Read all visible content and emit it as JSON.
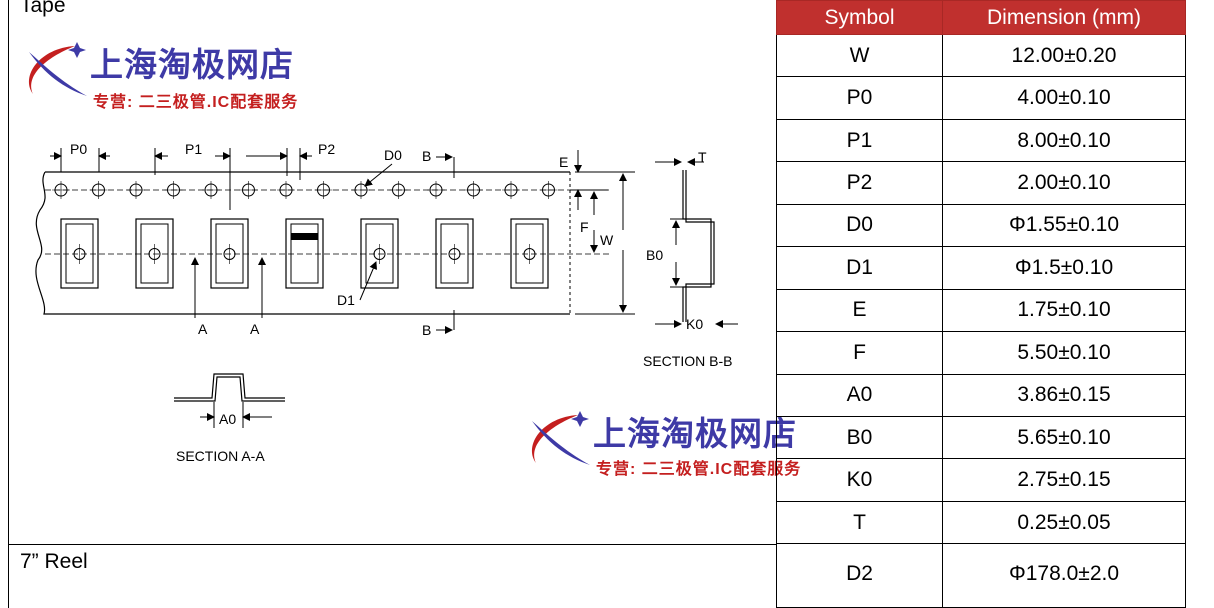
{
  "tape_section": {
    "title": "Tape"
  },
  "reel_section": {
    "title": "7” Reel"
  },
  "watermark": {
    "shop_name": "上海淘极网店",
    "tagline": "专营: 二三极管.IC配套服务",
    "colors": {
      "main": "#3e3aa6",
      "accent": "#c41f1f"
    }
  },
  "drawing": {
    "labels": {
      "p0": "P0",
      "p1": "P1",
      "p2": "P2",
      "d0": "D0",
      "d1": "D1",
      "e": "E",
      "f": "F",
      "w": "W",
      "b_top": "B",
      "b_bottom": "B",
      "a_left": "A",
      "a_right": "A",
      "t": "T",
      "b0": "B0",
      "k0": "K0",
      "a0": "A0"
    },
    "section_bb": "SECTION B-B",
    "section_aa": "SECTION A-A"
  },
  "dimension_table": {
    "header": {
      "symbol": "Symbol",
      "dimension": "Dimension (mm)"
    },
    "header_color": "#c0302e",
    "rows": [
      {
        "symbol": "W",
        "value": "12.00±0.20"
      },
      {
        "symbol": "P0",
        "value": "4.00±0.10"
      },
      {
        "symbol": "P1",
        "value": "8.00±0.10"
      },
      {
        "symbol": "P2",
        "value": "2.00±0.10"
      },
      {
        "symbol": "D0",
        "value": "Φ1.55±0.10"
      },
      {
        "symbol": "D1",
        "value": "Φ1.5±0.10"
      },
      {
        "symbol": "E",
        "value": "1.75±0.10"
      },
      {
        "symbol": "F",
        "value": "5.50±0.10"
      },
      {
        "symbol": "A0",
        "value": "3.86±0.15"
      },
      {
        "symbol": "B0",
        "value": "5.65±0.10"
      },
      {
        "symbol": "K0",
        "value": "2.75±0.15"
      },
      {
        "symbol": "T",
        "value": "0.25±0.05"
      },
      {
        "symbol": "D2",
        "value": "Φ178.0±2.0"
      }
    ]
  }
}
